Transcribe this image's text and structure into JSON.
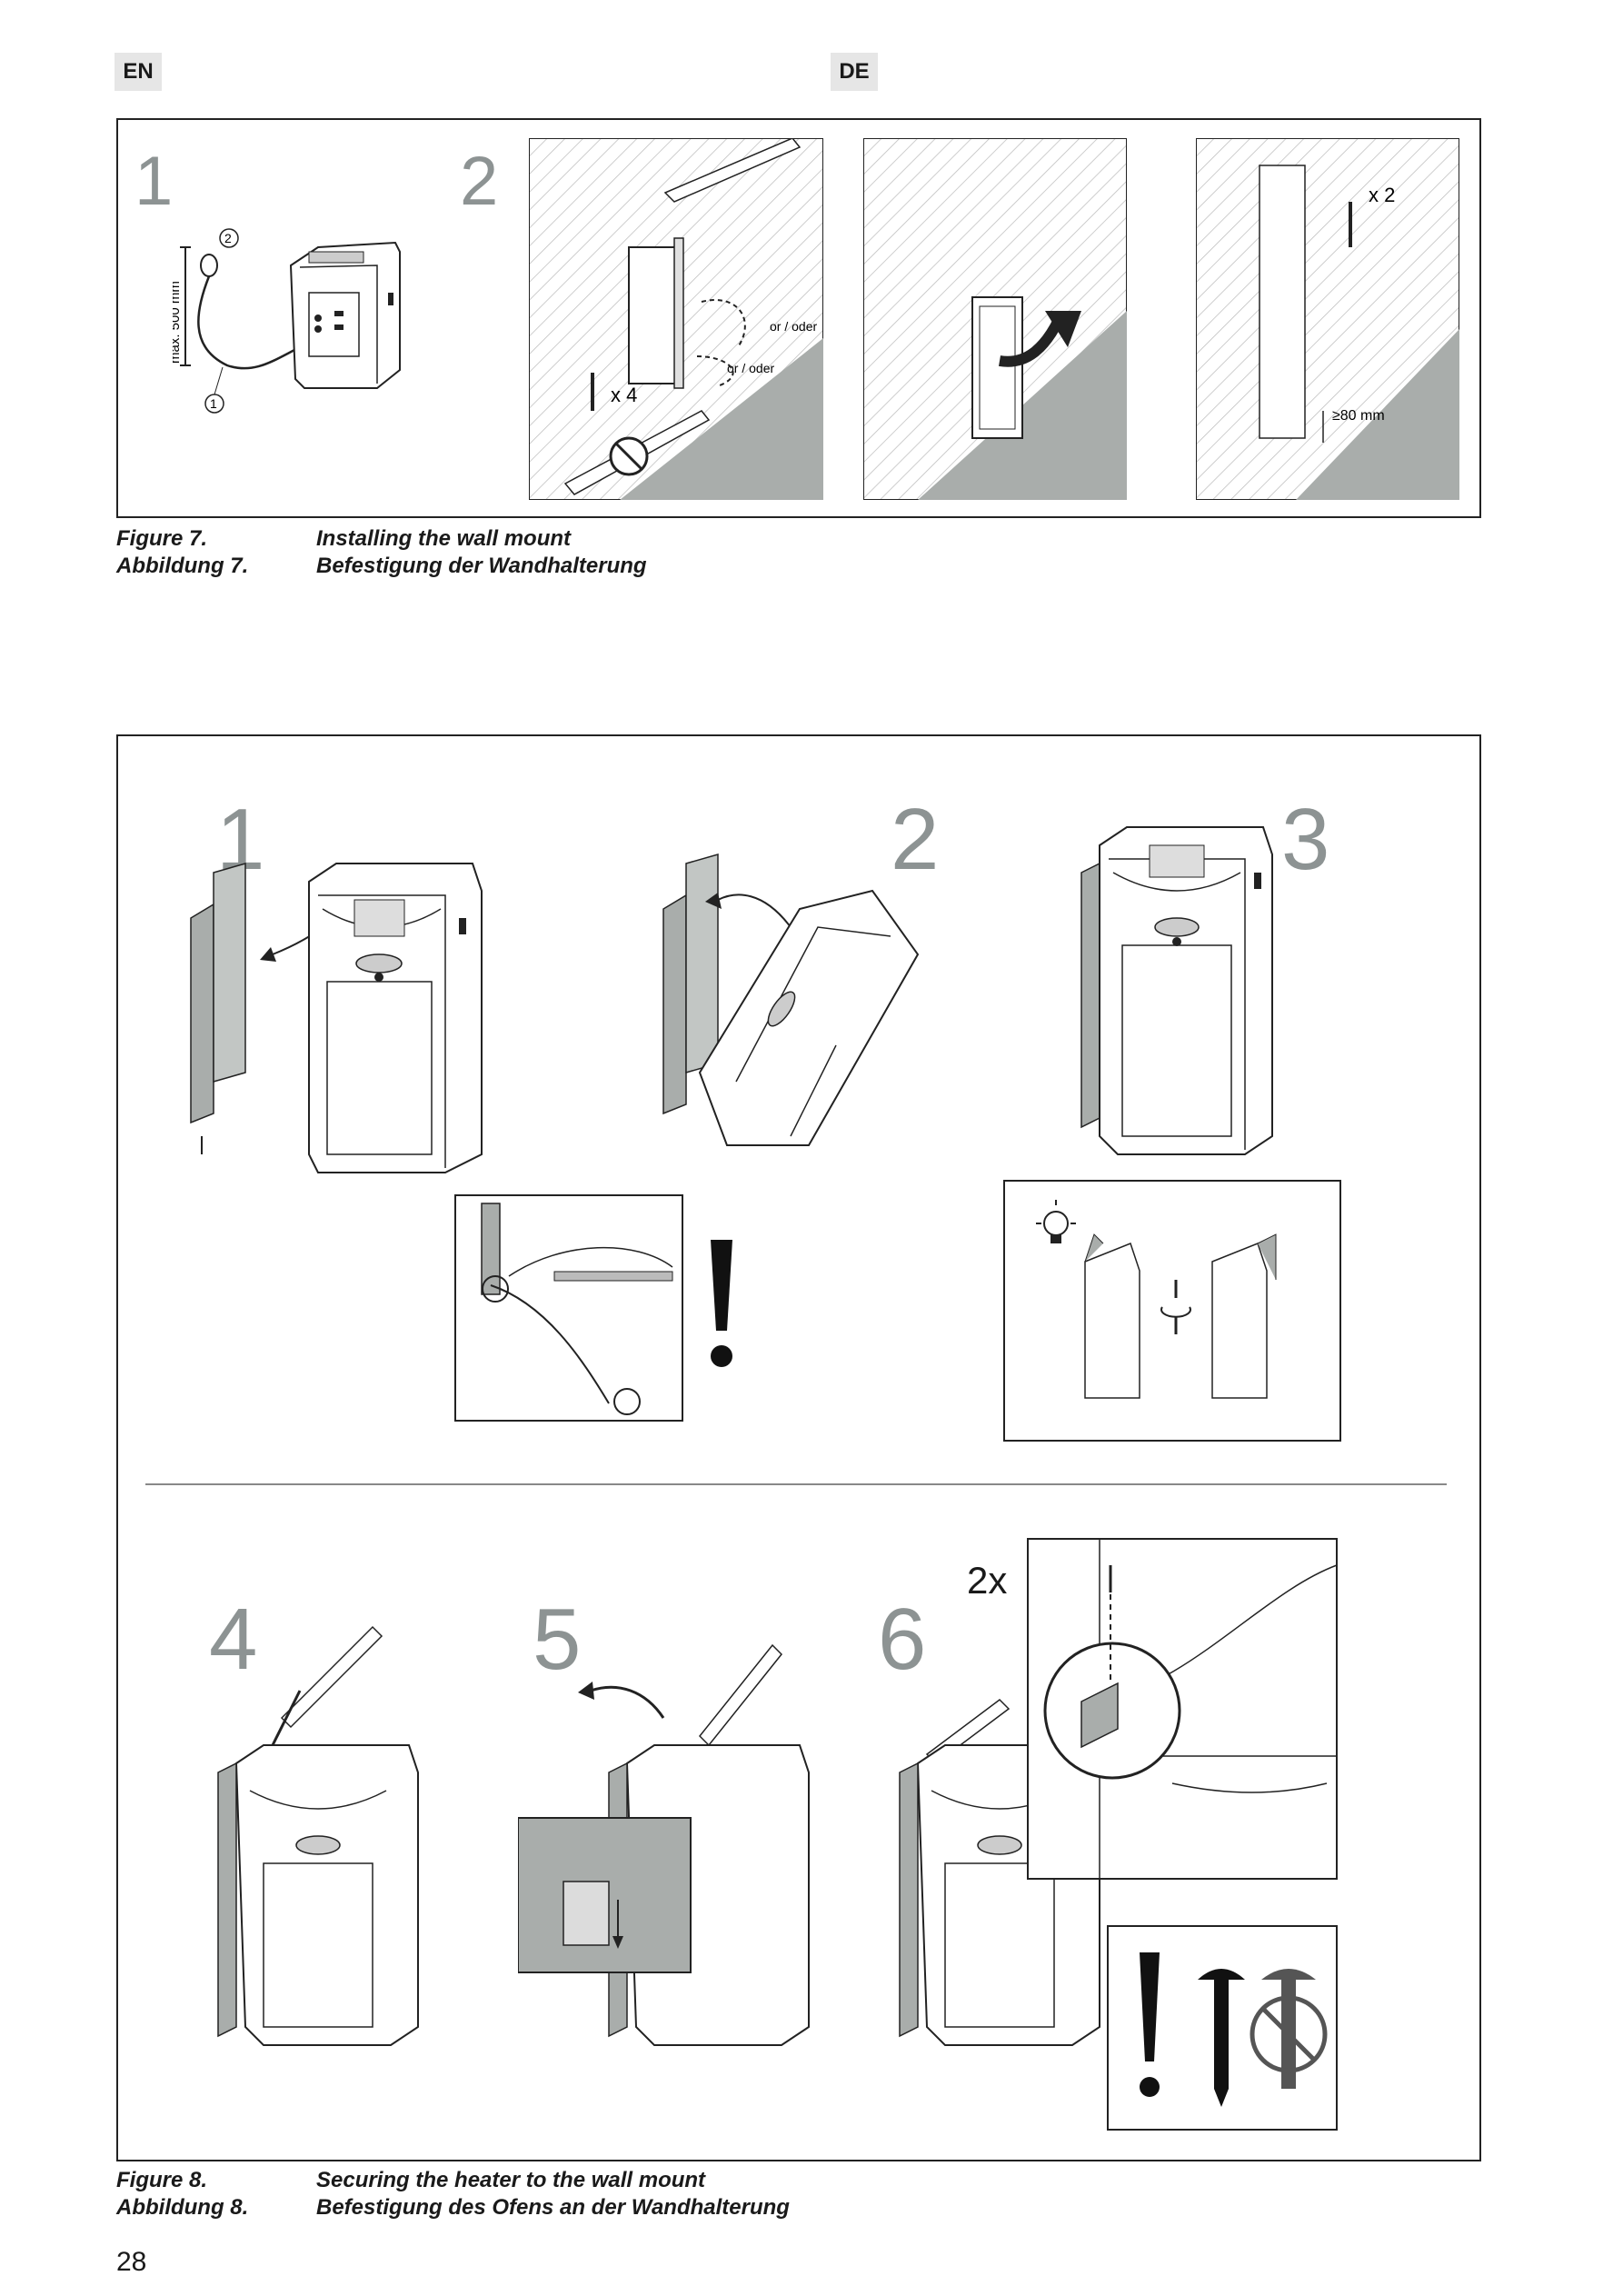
{
  "header": {
    "lang_left": "EN",
    "lang_right": "DE"
  },
  "figure7": {
    "steps": [
      "1",
      "2"
    ],
    "annot": {
      "max_label": "max. 500 mm",
      "callout1": "1",
      "callout2": "2",
      "x4": "x 4",
      "or_oder_1": "or / oder",
      "or_oder_2": "or / oder",
      "x2": "x 2",
      "min80": "≥80 mm"
    },
    "caption": {
      "label_en": "Figure 7.",
      "label_de": "Abbildung 7.",
      "title_en": "Installing the wall mount",
      "title_de": "Befestigung der Wandhalterung"
    }
  },
  "figure8": {
    "steps": [
      "1",
      "2",
      "3",
      "4",
      "5",
      "6"
    ],
    "annot": {
      "twox": "2x"
    },
    "caption": {
      "label_en": "Figure 8.",
      "label_de": "Abbildung 8.",
      "title_en": "Securing the heater to the wall mount",
      "title_de": "Befestigung des Ofens an der Wandhalterung"
    }
  },
  "page_number": "28"
}
